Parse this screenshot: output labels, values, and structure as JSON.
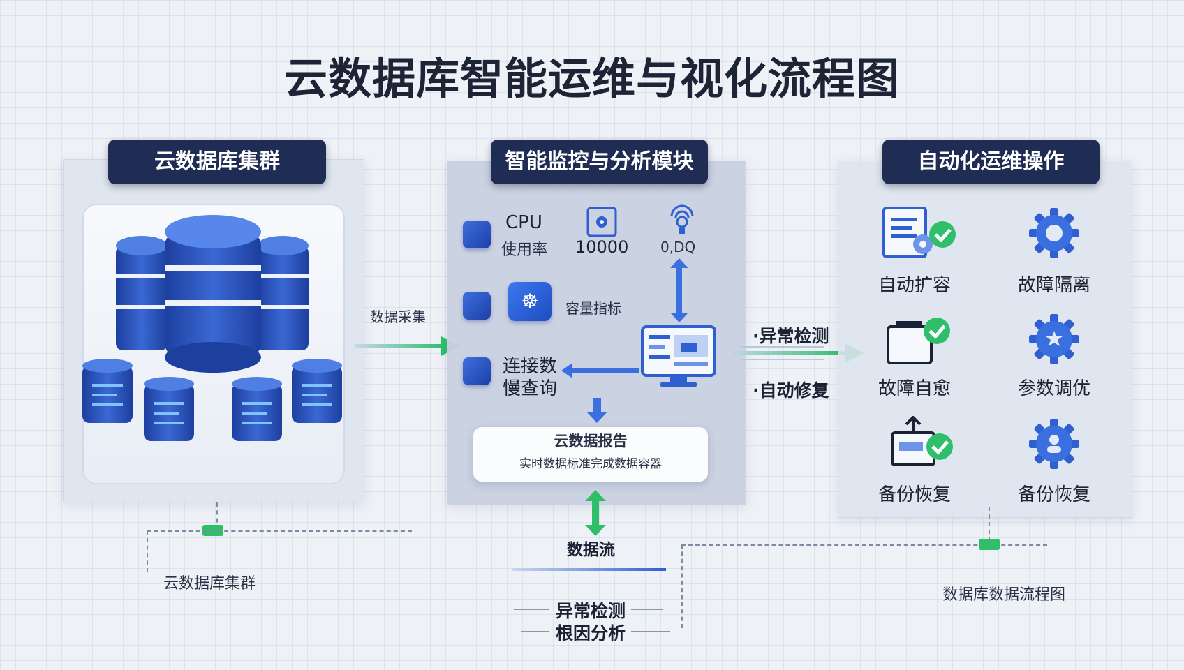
{
  "title": "云数据库智能运维与视化流程图",
  "panels": {
    "left": {
      "header": "云数据库集群"
    },
    "middle": {
      "header": "智能监控与分析模块",
      "cpu_label_line1": "CPU",
      "cpu_label_line2": "使用率",
      "metric_value": "10000",
      "metric_value2": "0,DQ",
      "capacity_label": "容量指标",
      "conn_label_line1": "连接数",
      "conn_label_line2": "慢查询",
      "result_title": "云数据报告",
      "result_subtitle": "实时数据标准完成数据容器"
    },
    "right": {
      "header": "自动化运维操作",
      "items": [
        {
          "label": "自动扩容",
          "icon": "document-gear-check-icon"
        },
        {
          "label": "故障隔离",
          "icon": "gear-icon"
        },
        {
          "label": "故障自愈",
          "icon": "folder-check-icon"
        },
        {
          "label": "参数调优",
          "icon": "gear-icon"
        },
        {
          "label": "备份恢复",
          "icon": "upload-check-icon"
        },
        {
          "label": "备份恢复",
          "icon": "gear-person-icon"
        }
      ]
    }
  },
  "flow": {
    "left_arrow_label": "数据采集",
    "right_label_1": "·异常检测",
    "right_label_2": "·自动修复",
    "bottom_center_label": "数据流",
    "bottom_left_label": "云数据库集群",
    "bottom_center_item1": "异常检测",
    "bottom_center_item2": "根因分析",
    "bottom_right_label": "数据库数据流程图"
  },
  "colors": {
    "header_bg": "#1f2d55",
    "accent_blue": "#2f5fd0",
    "accent_green": "#2fbf6a"
  }
}
